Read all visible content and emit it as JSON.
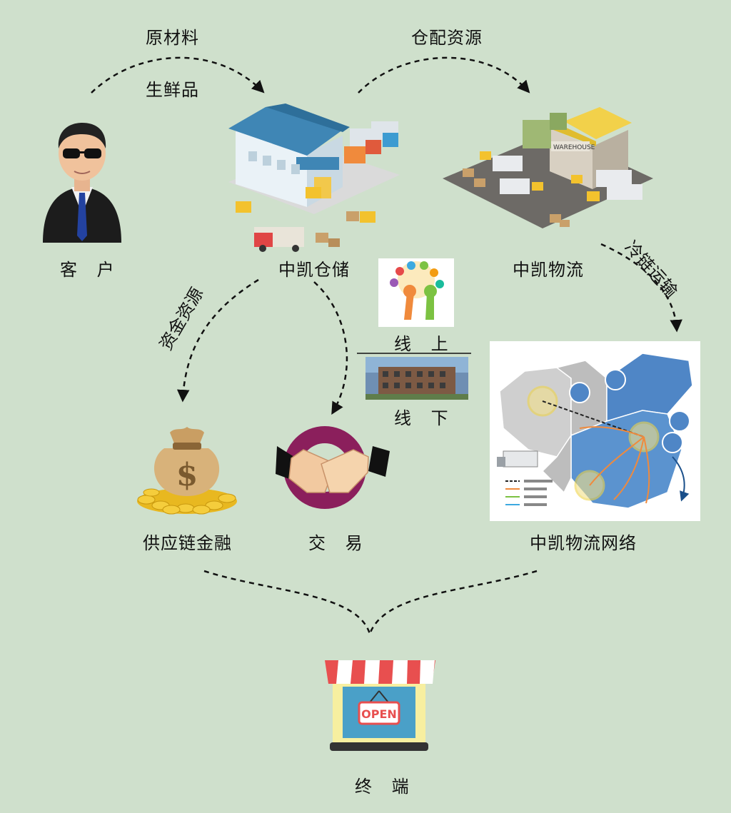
{
  "labels": {
    "raw_materials": "原材料",
    "fresh_products": "生鲜品",
    "warehouse_resources": "仓配资源",
    "customer": "客 户",
    "warehouse": "中凯仓储",
    "logistics": "中凯物流",
    "cold_chain": "冷链运输",
    "capital_resources": "资金资源",
    "online": "线 上",
    "offline": "线 下",
    "supply_chain_finance": "供应链金融",
    "trade": "交 易",
    "logistics_network": "中凯物流网络",
    "terminal": "终 端"
  },
  "store_sign": "OPEN",
  "warehouse_sign": "WAREHOUSE",
  "money_symbol": "$",
  "colors": {
    "background": "#cfe0cc",
    "arrow": "#111111",
    "trade_circle": "#8b1f5c",
    "map_blue": "#4f86c6",
    "coin_gold": "#e8b820"
  }
}
